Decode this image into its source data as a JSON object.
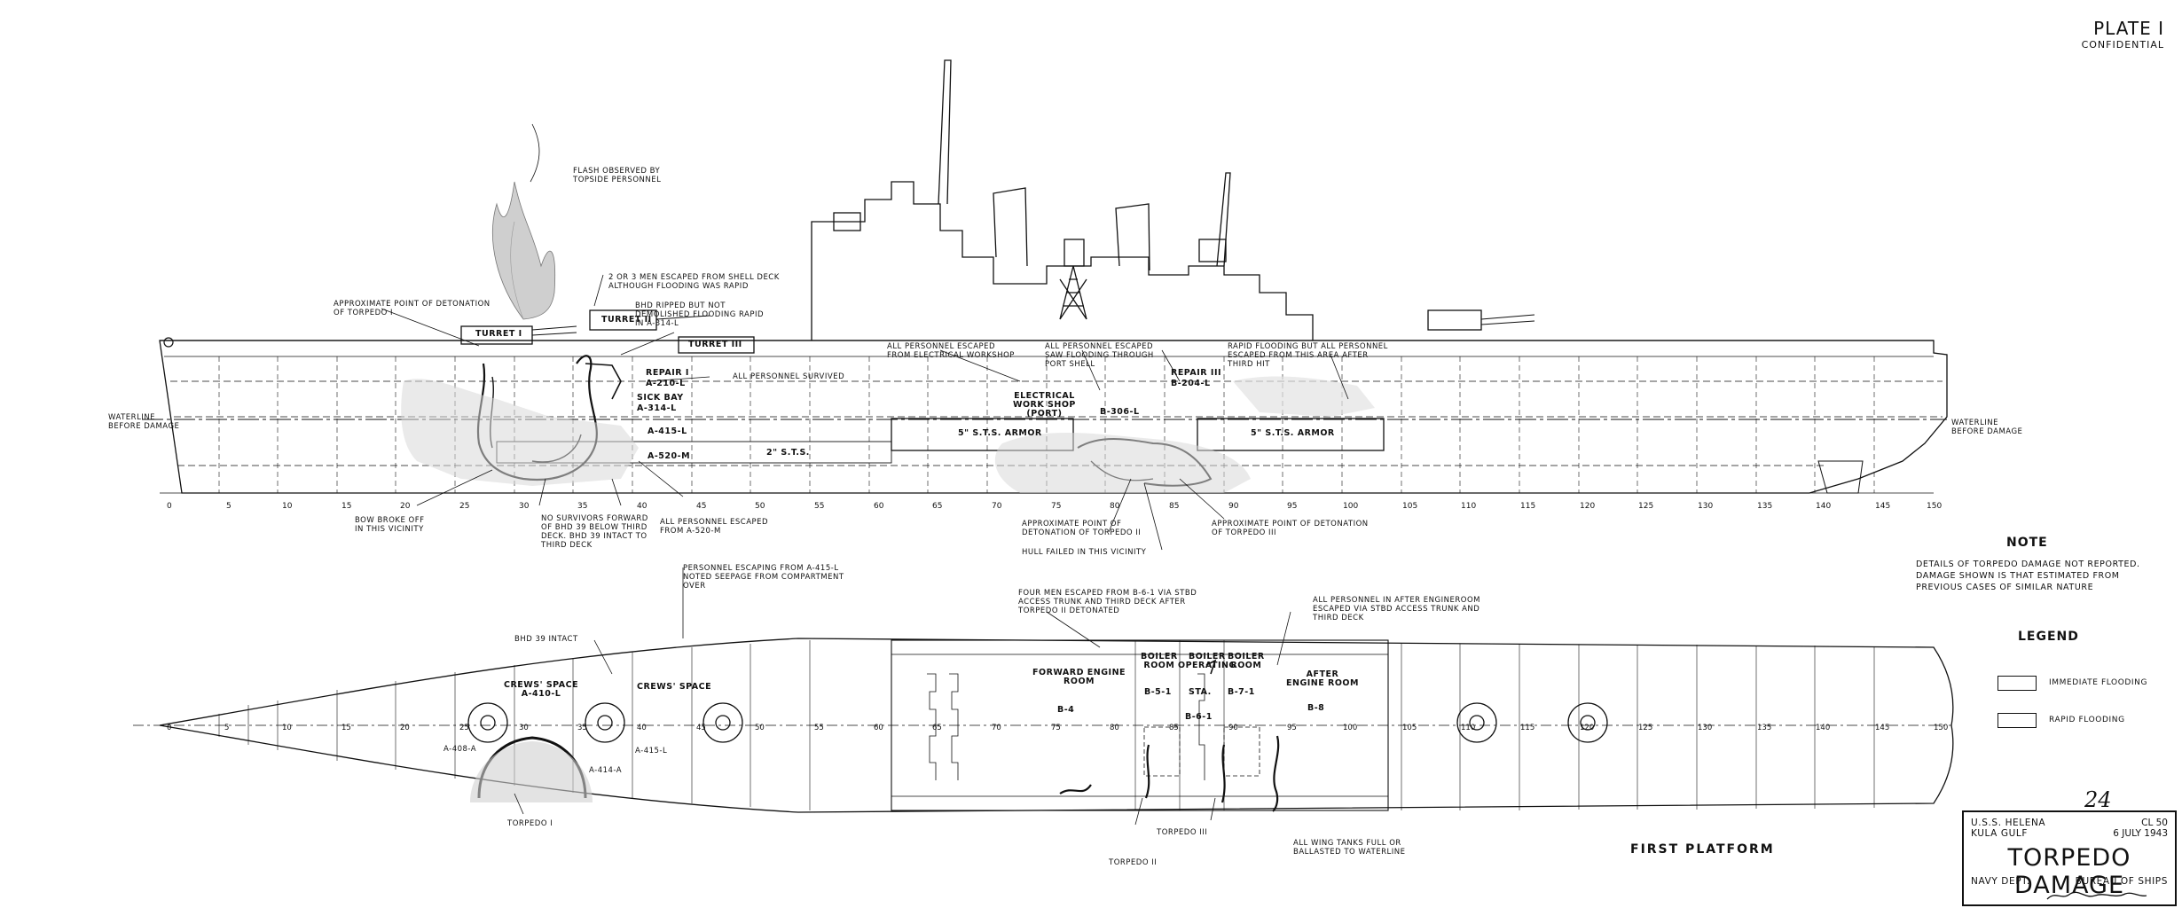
{
  "plate": {
    "title": "PLATE I",
    "classification": "CONFIDENTIAL"
  },
  "profile": {
    "waterline_left": "WATERLINE\nBEFORE DAMAGE",
    "waterline_right": "WATERLINE\nBEFORE DAMAGE",
    "turret_1": "TURRET I",
    "turret_2": "TURRET II",
    "turret_3": "TURRET III",
    "armor_left": "5\" S.T.S. ARMOR",
    "armor_right": "5\" S.T.S. ARMOR",
    "sts_2": "2\" S.T.S.",
    "frame_ticks": [
      "0",
      "5",
      "10",
      "15",
      "20",
      "25",
      "30",
      "35",
      "40",
      "45",
      "50",
      "55",
      "60",
      "65",
      "70",
      "75",
      "80",
      "85",
      "90",
      "95",
      "100",
      "105",
      "110",
      "115",
      "120",
      "125",
      "130",
      "135",
      "140",
      "145",
      "150"
    ],
    "rooms": {
      "repair_1": "REPAIR I",
      "a210": "A-210-L",
      "sick_bay": "SICK BAY",
      "a314": "A-314-L",
      "a415": "A-415-L",
      "a520": "A-520-M",
      "repair_3": "REPAIR III",
      "b204": "B-204-L",
      "elec_ws": "ELECTRICAL\nWORK SHOP\n(PORT)",
      "b306": "B-306-L"
    }
  },
  "annotations": {
    "flash": "FLASH OBSERVED BY\nTOPSIDE PERSONNEL",
    "det_1": "APPROXIMATE POINT OF DETONATION\nOF TORPEDO I",
    "escaped_shell": "2 OR 3 MEN ESCAPED FROM SHELL DECK\nALTHOUGH FLOODING WAS RAPID",
    "bhd_ripped": "BHD RIPPED BUT NOT\nDEMOLISHED FLOODING RAPID\nIN A-314-L",
    "all_survived": "ALL PERSONNEL SURVIVED",
    "elec_escaped": "ALL PERSONNEL ESCAPED\nFROM ELECTRICAL WORKSHOP",
    "saw_flooding": "ALL PERSONNEL ESCAPED\nSAW FLOODING THROUGH\nPORT SHELL",
    "rapid_flooding": "RAPID FLOODING BUT ALL PERSONNEL\nESCAPED FROM THIS AREA AFTER\nTHIRD HIT",
    "bow_broke": "BOW BROKE OFF\nIN THIS VICINITY",
    "no_survivors": "NO SURVIVORS FORWARD\nOF BHD 39 BELOW THIRD\nDECK. BHD 39 INTACT TO\nTHIRD DECK",
    "escaped_a520": "ALL PERSONNEL ESCAPED\nFROM A-520-M",
    "det_2": "APPROXIMATE POINT OF\nDETONATION OF TORPEDO II",
    "det_3": "APPROXIMATE POINT OF DETONATION\nOF TORPEDO III",
    "hull_failed": "HULL FAILED IN THIS VICINITY",
    "seepage": "PERSONNEL ESCAPING FROM A-415-L\nNOTED SEEPAGE FROM COMPARTMENT\nOVER",
    "four_men": "FOUR MEN ESCAPED FROM B-6-1 VIA STBD\nACCESS TRUNK AND THIRD DECK AFTER\nTORPEDO II DETONATED",
    "after_engine": "ALL PERSONNEL IN AFTER ENGINEROOM\nESCAPED VIA STBD ACCESS TRUNK AND\nTHIRD DECK",
    "bhd39": "BHD 39 INTACT",
    "wing_tanks": "ALL WING TANKS FULL OR\nBALLASTED TO WATERLINE"
  },
  "plan": {
    "crews_space_1": "CREWS' SPACE\nA-410-L",
    "crews_space_2": "CREWS' SPACE",
    "a408": "A-408-A",
    "a414": "A-414-A",
    "a415": "A-415-L",
    "fwd_engine": "FORWARD ENGINE\nROOM",
    "b4": "B-4",
    "boiler_1": "BOILER\nROOM",
    "b51": "B-5-1",
    "boiler_op": "BOILER\nOPERATING",
    "sta": "STA.",
    "b61": "B-6-1",
    "boiler_2": "BOILER\nROOM",
    "b71": "B-7-1",
    "after_engine": "AFTER\nENGINE ROOM",
    "b8": "B-8",
    "torpedo_1": "TORPEDO I",
    "torpedo_2": "TORPEDO II",
    "torpedo_3": "TORPEDO III",
    "frame_ticks": [
      "0",
      "5",
      "10",
      "15",
      "20",
      "25",
      "30",
      "35",
      "40",
      "45",
      "50",
      "55",
      "60",
      "65",
      "70",
      "75",
      "80",
      "85",
      "90",
      "95",
      "100",
      "105",
      "110",
      "115",
      "120",
      "125",
      "130",
      "135",
      "140",
      "145",
      "150"
    ],
    "view_label": "FIRST PLATFORM"
  },
  "note": {
    "title": "NOTE",
    "body": "DETAILS OF TORPEDO DAMAGE NOT REPORTED.\nDAMAGE SHOWN IS THAT ESTIMATED FROM\nPREVIOUS CASES OF SIMILAR NATURE"
  },
  "legend": {
    "title": "LEGEND",
    "items": [
      {
        "label": "IMMEDIATE FLOODING"
      },
      {
        "label": "RAPID FLOODING"
      }
    ]
  },
  "title_block": {
    "ship": "U.S.S. HELENA\nKULA GULF",
    "hull_date": "CL 50\n6 JULY 1943",
    "title": "TORPEDO DAMAGE",
    "dept": "NAVY DEPT.",
    "bureau": "BUREAU OF SHIPS",
    "sheet_number": "24"
  }
}
